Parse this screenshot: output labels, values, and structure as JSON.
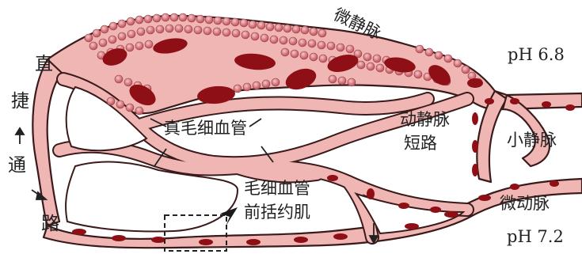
{
  "labels": {
    "zhi": "直",
    "jie": "捷",
    "tong": "通",
    "lu": "路",
    "weijingmai": "微静脉",
    "ph_top": "pH 6.8",
    "dongjingmai_line1": "动静脉",
    "dongjingmai_line2": "短路",
    "xiaojingmai": "小静脉",
    "zhenmaoxixueguan": "真毛细血管",
    "maoxixueguan_line1": "毛细血管",
    "maoxixueguan_line2": "前括约肌",
    "weidongmai": "微动脉",
    "ph_bottom": "pH 7.2"
  },
  "colors": {
    "vessel_fill": "#f0b6b4",
    "vessel_outline": "#3a1a1a",
    "blood_cell": "#d6747a",
    "blood_cell_dark": "#8e1016",
    "background": "#ffffff"
  },
  "icons": [
    "arrow-up-icon",
    "arrow-down-right-icon",
    "arrow-down-icon",
    "pointer-arrow-icon",
    "dashed-box"
  ]
}
